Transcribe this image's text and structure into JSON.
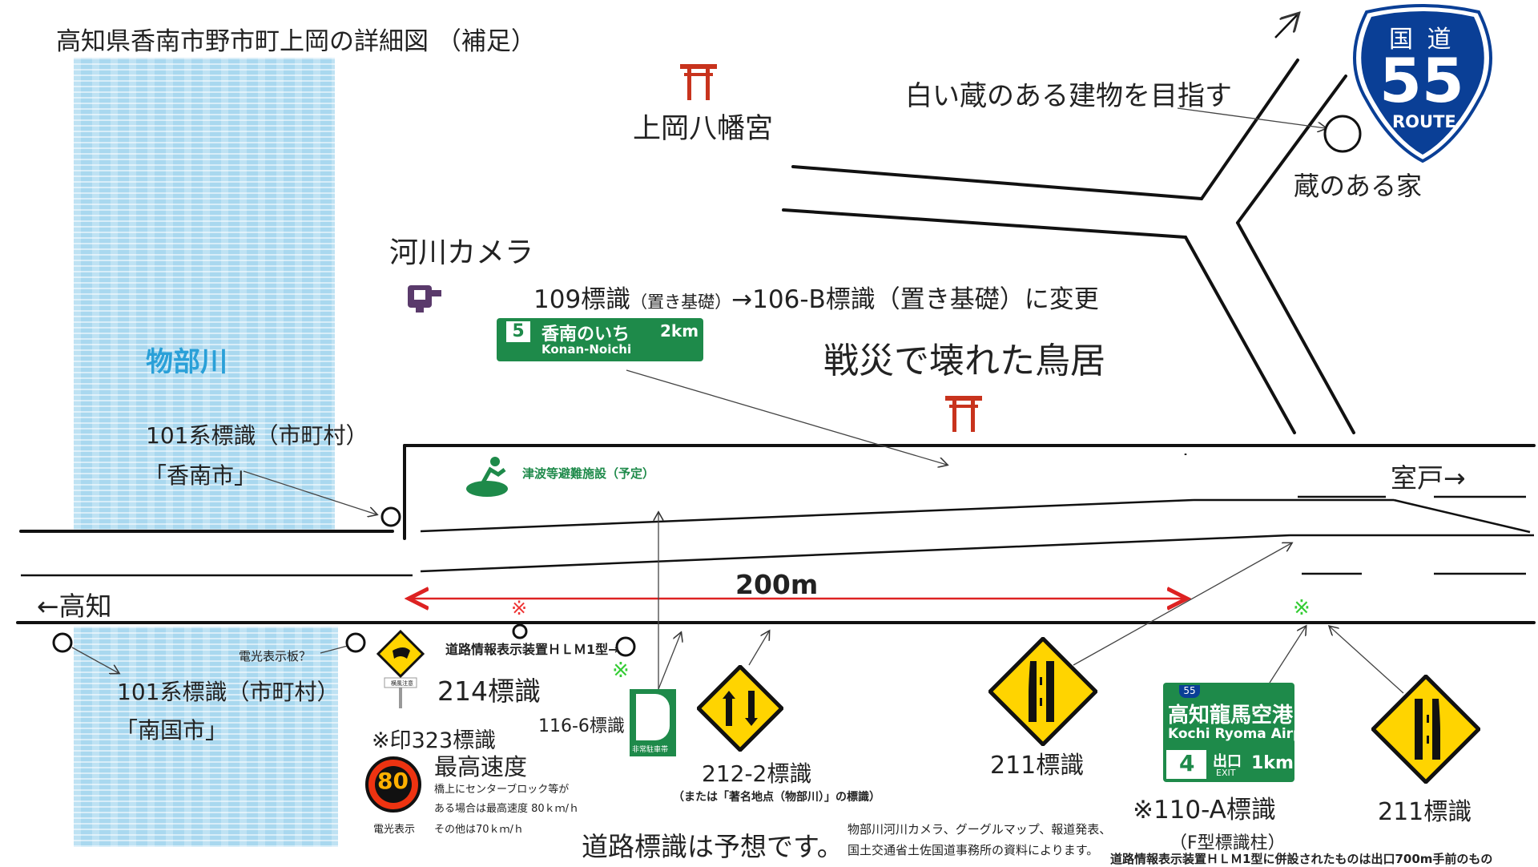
{
  "title": "高知県香南市野市町上岡の詳細図 （補足）",
  "river": {
    "name": "物部川"
  },
  "shrine": {
    "name": "上岡八幡宮",
    "torii_icon": "torii-icon",
    "torii_color": "#c8331d"
  },
  "house": {
    "target_note": "白い蔵のある建物を目指す",
    "label": "蔵のある家"
  },
  "route_shield": {
    "top": "国 道",
    "number": "55",
    "bottom": "ROUTE",
    "color": "#0a3f96"
  },
  "river_camera": {
    "label": "河川カメラ",
    "icon": "camera-icon"
  },
  "sign_change": {
    "prefix": "109標識",
    "small1": "（置き基礎）",
    "middle": "→106-B標識",
    "small2": "（置き基礎）",
    "suffix": "に変更"
  },
  "green_sign_top": {
    "num": "5",
    "name": "香南のいち",
    "dist": "2km",
    "romaji": "Konan-Noichi",
    "color": "#1e8a4a"
  },
  "torii_destroyed": "戦災で壊れた鳥居",
  "tsunami": {
    "label": "津波等避難施設（予定）",
    "color": "#1e8a4a"
  },
  "muroto": "室戸→",
  "kochi": "←高知",
  "distance": "200m",
  "marks": {
    "asterisk": "※"
  },
  "sign101_top": {
    "title": "101系標識（市町村）",
    "name": "「香南市」"
  },
  "sign101_bottom": {
    "title": "101系標識（市町村）",
    "name": "「南国市」"
  },
  "electric_board_q": "電光表示板？",
  "road_info_device": "道路情報表示装置ＨＬＭ1型→",
  "sign214": {
    "label": "214標識",
    "plate": "横風注意"
  },
  "sign323": {
    "title": "※印323標識",
    "heading": "最高速度",
    "note1": "橋上にセンターブロック等が",
    "note2": "ある場合は最高速度 80ｋｍ/ｈ",
    "note3": "その他は70ｋｍ/ｈ",
    "speed": "80",
    "caption": "電光表示"
  },
  "sign116": {
    "label": "116-6標識",
    "plate": "非常駐車帯"
  },
  "sign212": {
    "label": "212-2標識",
    "note": "（または「著名地点（物部川）」の標識）"
  },
  "sign211_a": "211標識",
  "sign211_b": "211標識",
  "airport_sign": {
    "route": "55",
    "jp": "高知龍馬空港",
    "en": "Kochi Ryoma Airport",
    "exit_num": "4",
    "exit_jp": "出口",
    "exit_en": "EXIT",
    "dist": "1km"
  },
  "sign110": {
    "label": "※110-A標識",
    "pole": "（F型標識柱）"
  },
  "footnote_hlm": "道路情報表示装置ＨＬＭ1型に併設されたものは出口700m手前のもの",
  "disclaimer": "道路標識は予想です。",
  "sources1": "物部川河川カメラ、グーグルマップ、報道発表、",
  "sources2": "国土交通省土佐国道事務所の資料によります。"
}
